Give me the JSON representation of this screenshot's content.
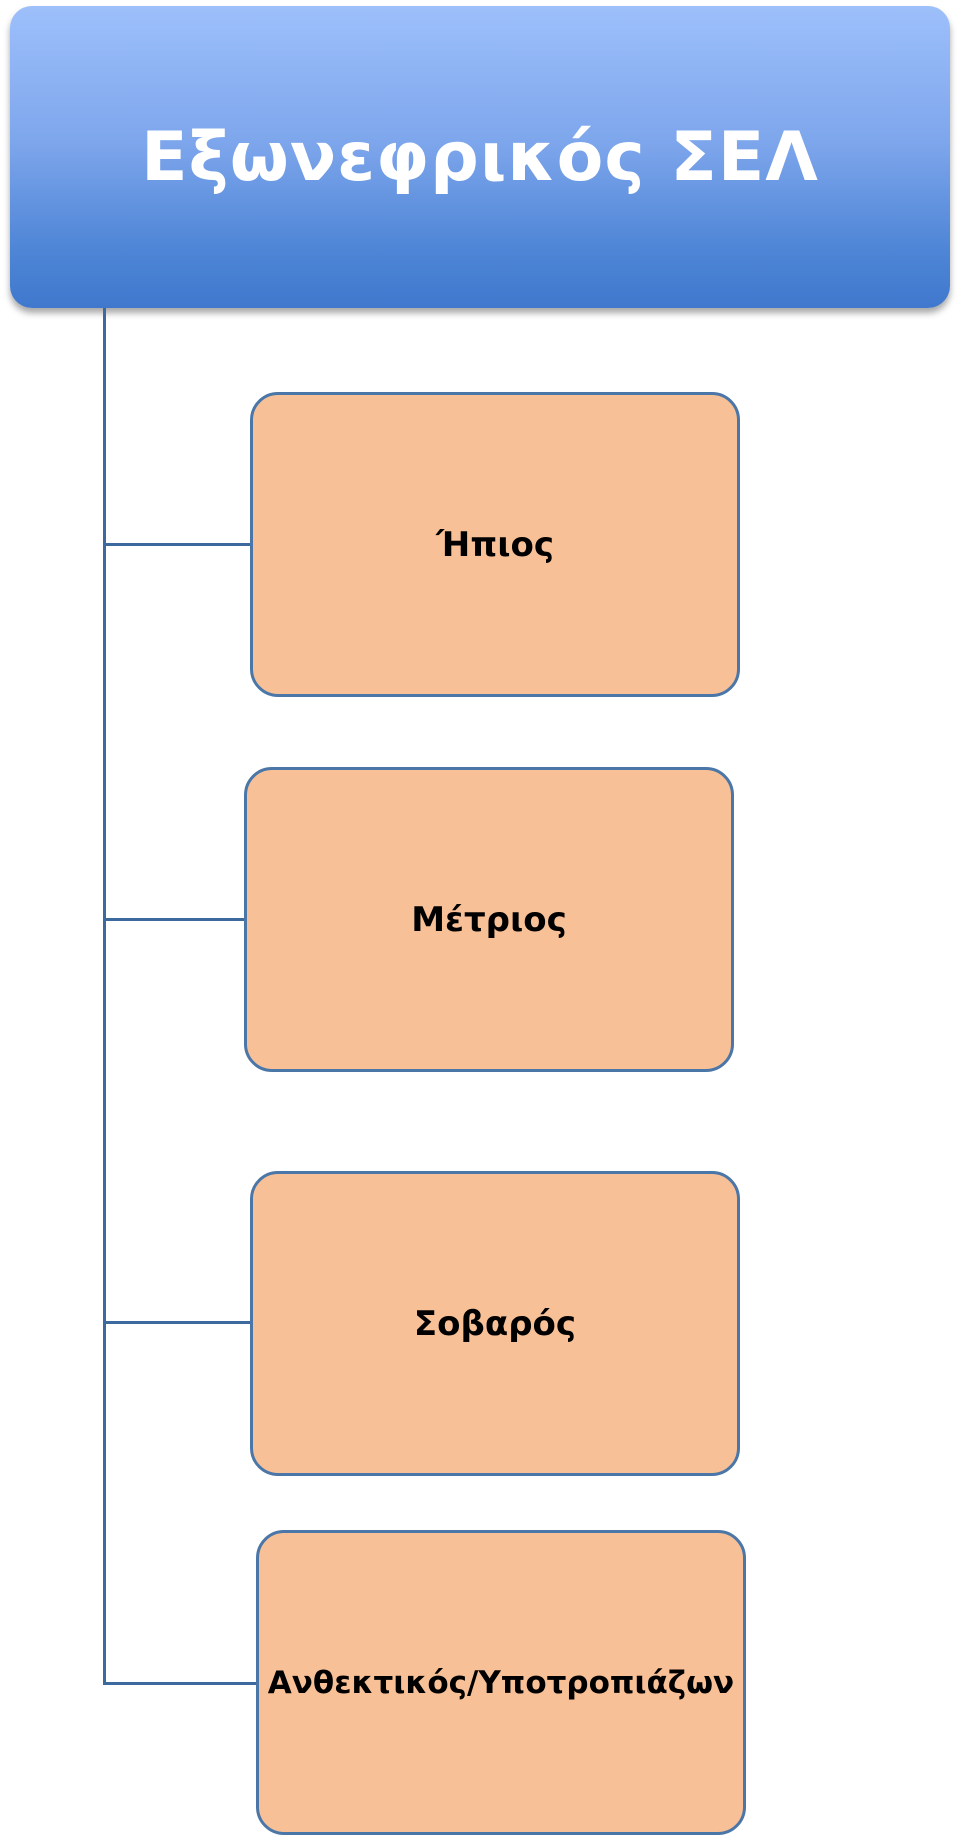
{
  "diagram": {
    "root": {
      "label": "Εξωνεφρικός ΣΕΛ"
    },
    "children": [
      {
        "label": "Ήπιος"
      },
      {
        "label": "Μέτριος"
      },
      {
        "label": "Σοβαρός"
      },
      {
        "label": "Ανθεκτικός/Υποτροπιάζων"
      }
    ]
  },
  "colors": {
    "root_fill": "#5b8fdc",
    "node_fill": "#f8c096",
    "node_border": "#4a76a8",
    "connector": "#3d6a9e"
  }
}
